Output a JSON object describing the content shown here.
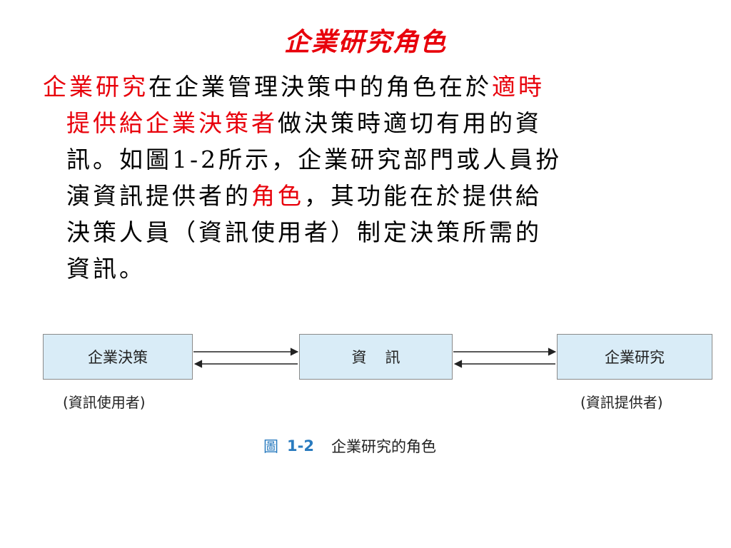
{
  "slide": {
    "title": "企業研究角色"
  },
  "paragraph": {
    "line1": {
      "seg1": "企業研究",
      "seg2": "在企業管理決策中的角色在於",
      "seg3": "適時"
    },
    "line2": {
      "seg1": "提供給企業決策者",
      "seg2": "做決策時適切有用的資"
    },
    "line3": {
      "seg1": "訊。如圖1-2所示，企業研究部門或人員扮"
    },
    "line4": {
      "seg1": "演資訊提供者的",
      "seg2": "角色",
      "seg3": "，其功能在於提供給"
    },
    "line5": {
      "seg1": "決策人員（資訊使用者）制定決策所需的"
    },
    "line6": {
      "seg1": "資訊。"
    }
  },
  "figure": {
    "box_left": "企業決策",
    "box_middle": "資訊",
    "box_right": "企業研究",
    "label_left": "(資訊使用者)",
    "label_right": "(資訊提供者)",
    "caption_prefix": "圖",
    "caption_number": "1-2",
    "caption_text": "企業研究的角色"
  },
  "colors": {
    "highlight": "#e8000b",
    "box_fill": "#d9ecf7",
    "caption_accent": "#2a7bbf"
  }
}
